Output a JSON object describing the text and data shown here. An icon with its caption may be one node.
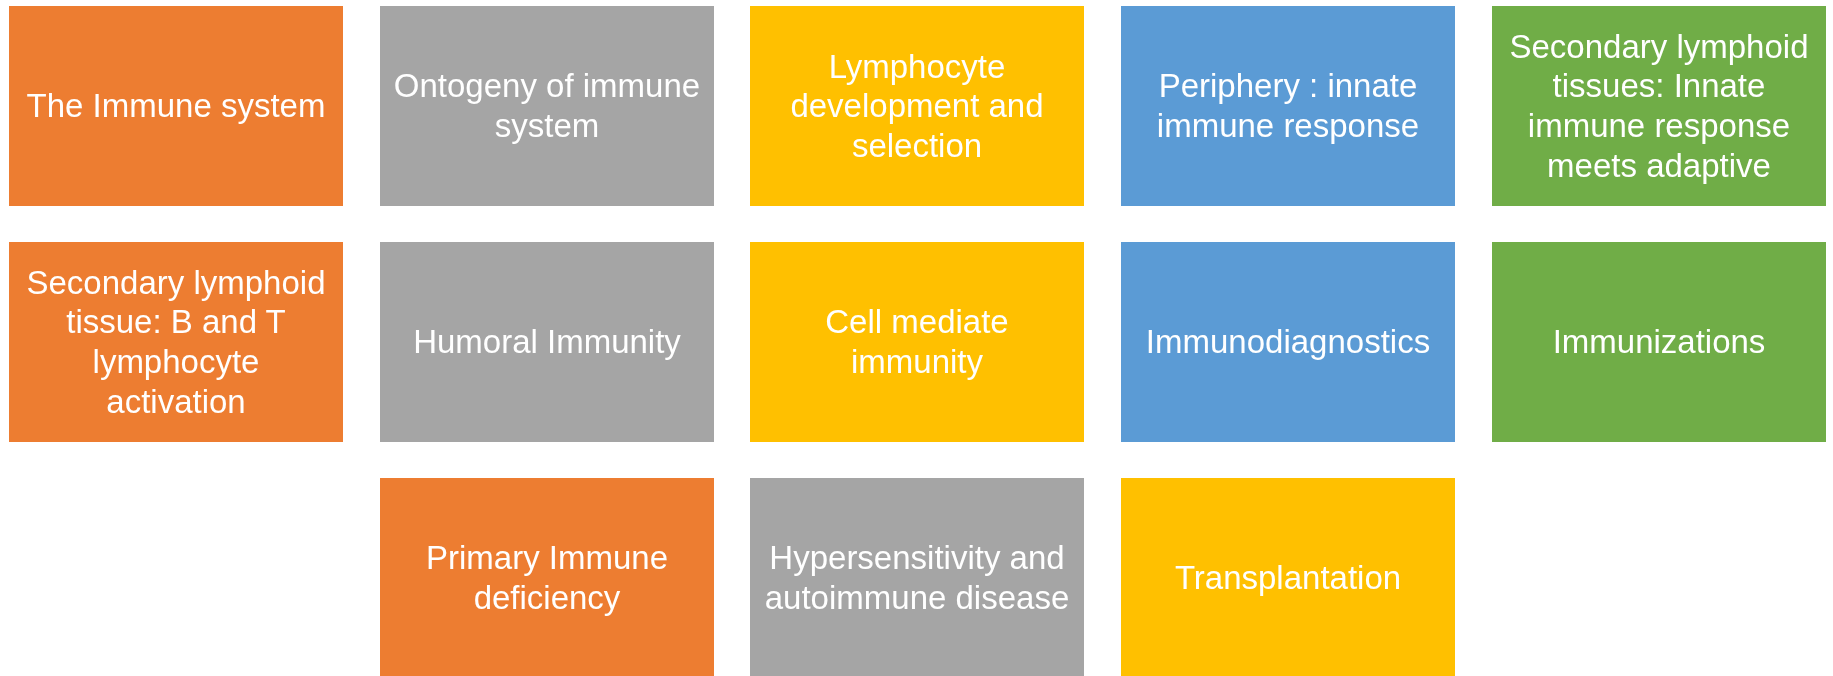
{
  "diagram": {
    "nodes": [
      {
        "text": [
          "The Immune system"
        ]
      },
      {
        "text": [
          "Ontogeny of immune system"
        ]
      },
      {
        "text": [
          "Lymphocyte development and selection"
        ]
      },
      {
        "text": [
          "Periphery : innate immune response"
        ]
      },
      {
        "text": [
          "Secondary lymphoid tissues: Innate immune response meets adaptive"
        ]
      },
      {
        "text": [
          "Secondary lymphoid tissue: B and T lymphocyte activation"
        ]
      },
      {
        "text": [
          "Humoral Immunity"
        ]
      },
      {
        "text": [
          "Cell mediate immunity"
        ]
      },
      {
        "text": [
          "Immunodiagnostics"
        ]
      },
      {
        "text": [
          "Immunizations"
        ]
      },
      {
        "text": [
          "Primary Immune deficiency"
        ]
      },
      {
        "text": [
          "Hypersensitivity and autoimmune disease"
        ]
      },
      {
        "text": [
          "Transplantation"
        ]
      }
    ]
  }
}
